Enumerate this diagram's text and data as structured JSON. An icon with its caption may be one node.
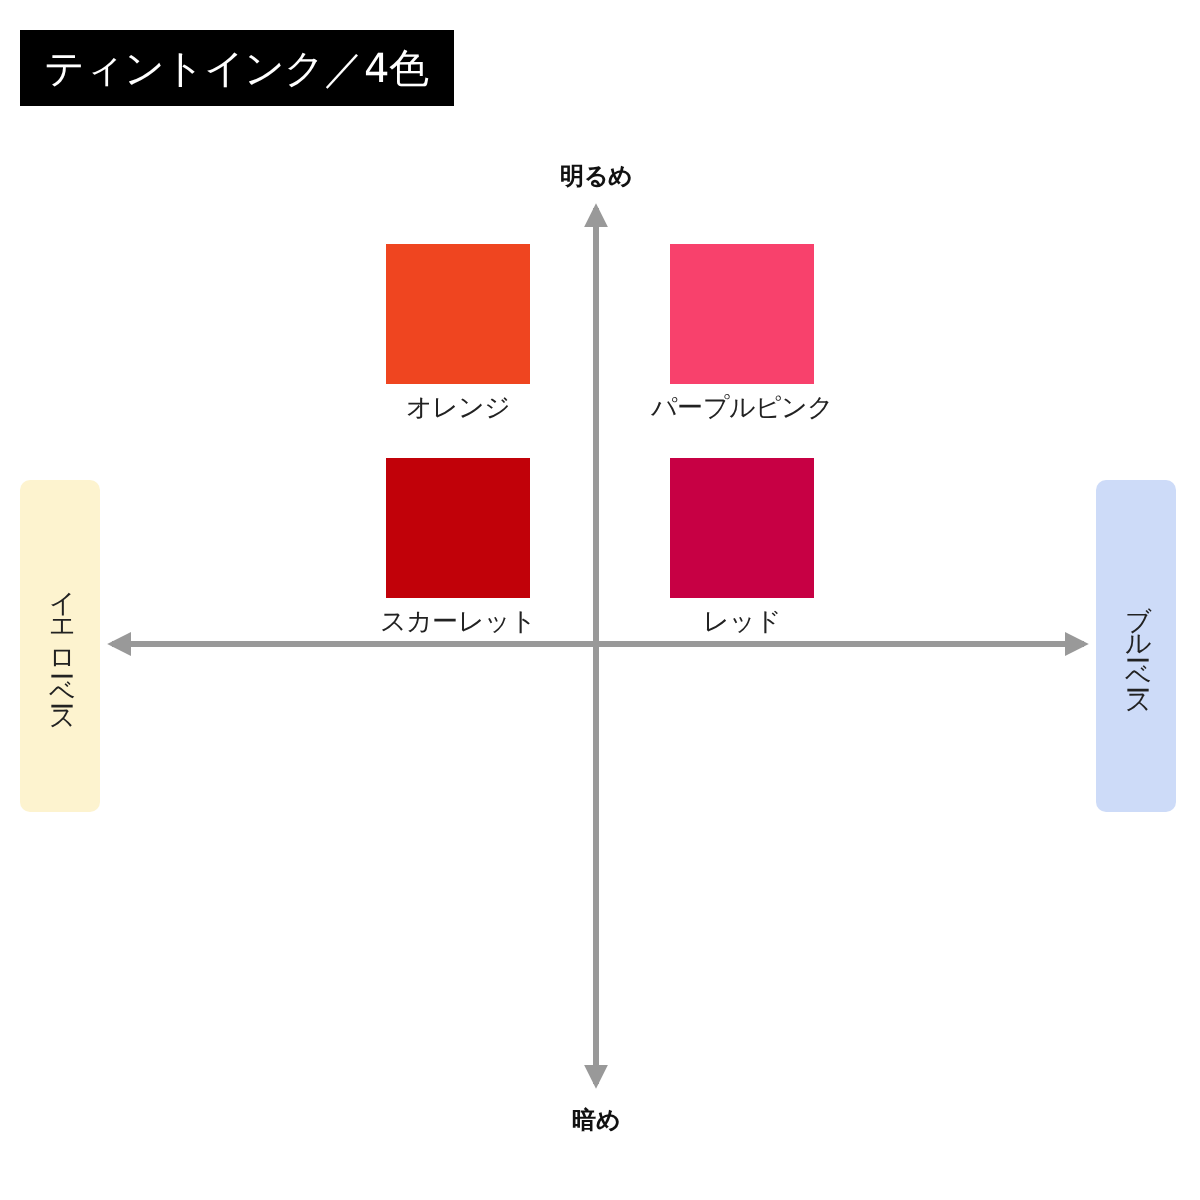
{
  "diagram": {
    "title": "ティントインク／4色",
    "nodes": [
      {
        "text": [
          "オレンジ"
        ]
      },
      {
        "text": [
          "パープルピンク"
        ]
      },
      {
        "text": [
          "スカーレット"
        ]
      },
      {
        "text": [
          "レッド"
        ]
      },
      {
        "text": [
          "イエローベース"
        ]
      },
      {
        "text": [
          "ブルーベース"
        ]
      }
    ],
    "edges": [
      {
        "from": 4,
        "to": 5,
        "arrow": "both"
      }
    ],
    "labels": [
      "明るめ",
      "暗め"
    ]
  }
}
